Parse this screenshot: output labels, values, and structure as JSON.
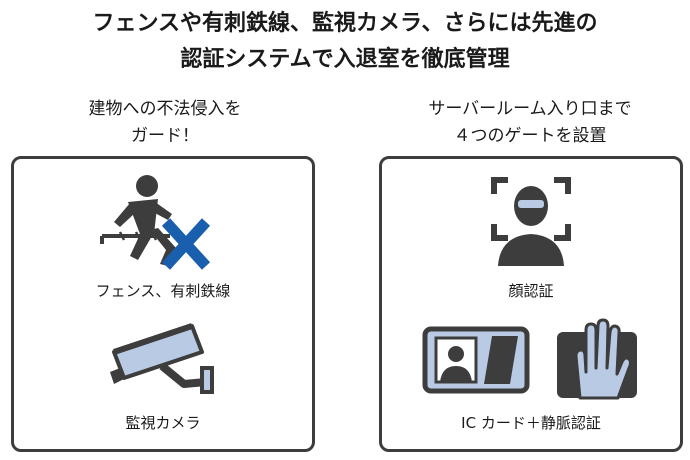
{
  "headline": {
    "line1": "フェンスや有刺鉄線、監視カメラ、さらには先進の",
    "line2": "認証システムで入退室を徹底管理"
  },
  "left": {
    "title_line1": "建物への不法侵入を",
    "title_line2": "ガード！",
    "items": [
      {
        "label": "フェンス、有刺鉄線",
        "icon": "fence-intruder-icon"
      },
      {
        "label": "監視カメラ",
        "icon": "security-camera-icon"
      }
    ]
  },
  "right": {
    "title_line1": "サーバールーム入り口まで",
    "title_line2": "４つのゲートを設置",
    "items": [
      {
        "label": "顔認証",
        "icon": "face-recognition-icon"
      },
      {
        "label": "IC カード＋静脈認証",
        "icon": "id-card-icon"
      }
    ]
  },
  "colors": {
    "dark": "#3d3d3d",
    "blue": "#1a5fae",
    "light_blue": "#b9cbe4"
  }
}
